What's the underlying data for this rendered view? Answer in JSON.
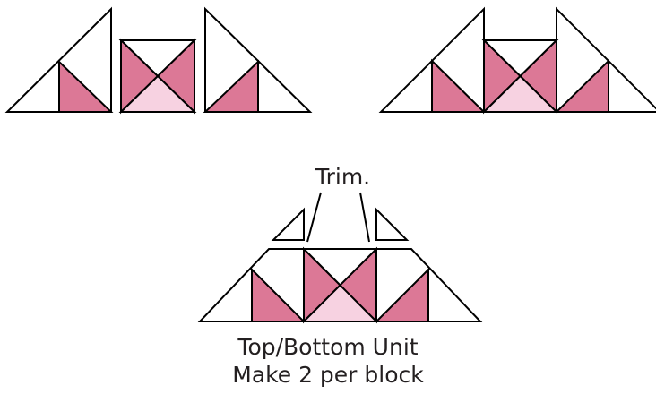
{
  "labels": {
    "trim": "Trim.",
    "caption_line_1": "Top/Bottom Unit",
    "caption_line_2": "Make 2 per block"
  },
  "colors": {
    "dark_pink": "#dc7896",
    "light_pink": "#f7d2e1",
    "white": "#ffffff",
    "outline": "#000000",
    "text": "#231f20"
  }
}
